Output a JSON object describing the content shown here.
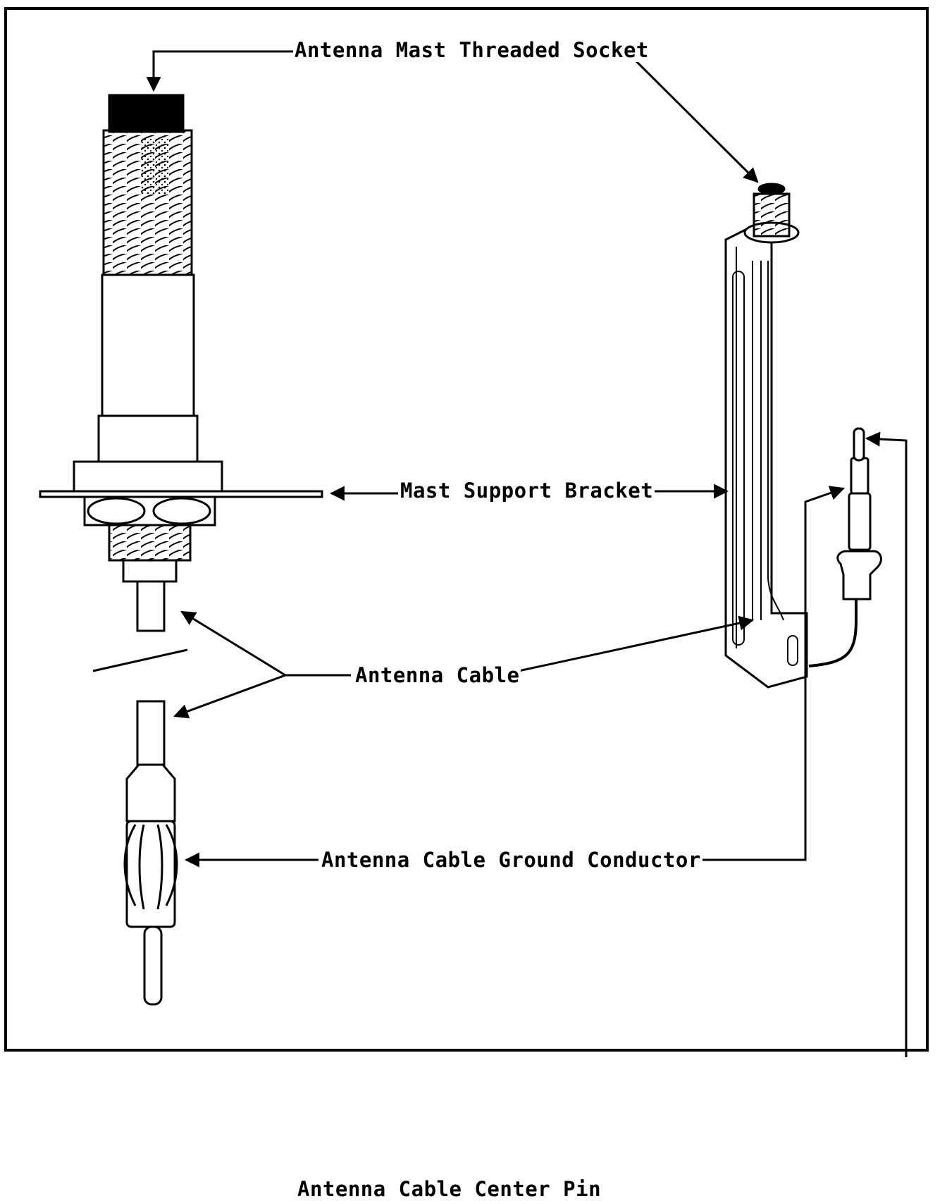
{
  "labels": {
    "threaded_socket": "Antenna Mast Threaded Socket",
    "support_bracket": "Mast Support Bracket",
    "antenna_cable": "Antenna Cable",
    "ground_conductor": "Antenna Cable Ground Conductor",
    "center_pin": "Antenna Cable Center Pin"
  },
  "colors": {
    "ink": "#000000",
    "paper": "#ffffff"
  }
}
